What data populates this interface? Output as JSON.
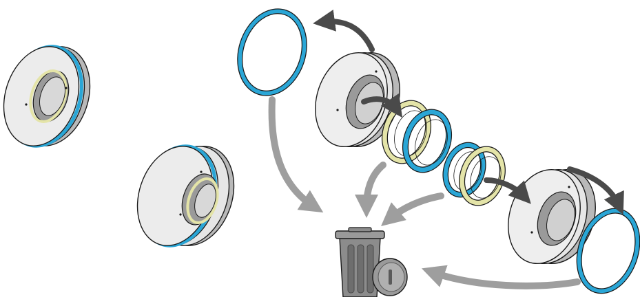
{
  "diagram": {
    "kind": "exploded-assembly",
    "colors": {
      "background": "#ffffff",
      "housing": "#e6e6e6",
      "housing_shade": "#b9b9b9",
      "outline": "#1a1a1a",
      "oring_blue": "#2aa6d6",
      "seal_yellow": "#e4e4a8",
      "arrow_dark": "#4a4a4a",
      "arrow_light": "#9e9e9e",
      "bin": "#8c8c8c",
      "bin_dark": "#5a5a5a"
    },
    "parts": [
      {
        "id": "assembled-cartridge-1",
        "icon": "seal-cartridge-assembled"
      },
      {
        "id": "assembled-cartridge-2",
        "icon": "seal-cartridge-assembled"
      },
      {
        "id": "upper-housing",
        "icon": "seal-housing"
      },
      {
        "id": "upper-oring",
        "icon": "o-ring"
      },
      {
        "id": "yellow-seal-1",
        "icon": "lip-seal"
      },
      {
        "id": "blue-seal-1",
        "icon": "lip-seal"
      },
      {
        "id": "blue-seal-2",
        "icon": "lip-seal"
      },
      {
        "id": "yellow-seal-2",
        "icon": "lip-seal"
      },
      {
        "id": "lower-housing",
        "icon": "seal-housing"
      },
      {
        "id": "lower-oring",
        "icon": "o-ring"
      },
      {
        "id": "trash-can",
        "icon": "trash-bin"
      }
    ]
  }
}
